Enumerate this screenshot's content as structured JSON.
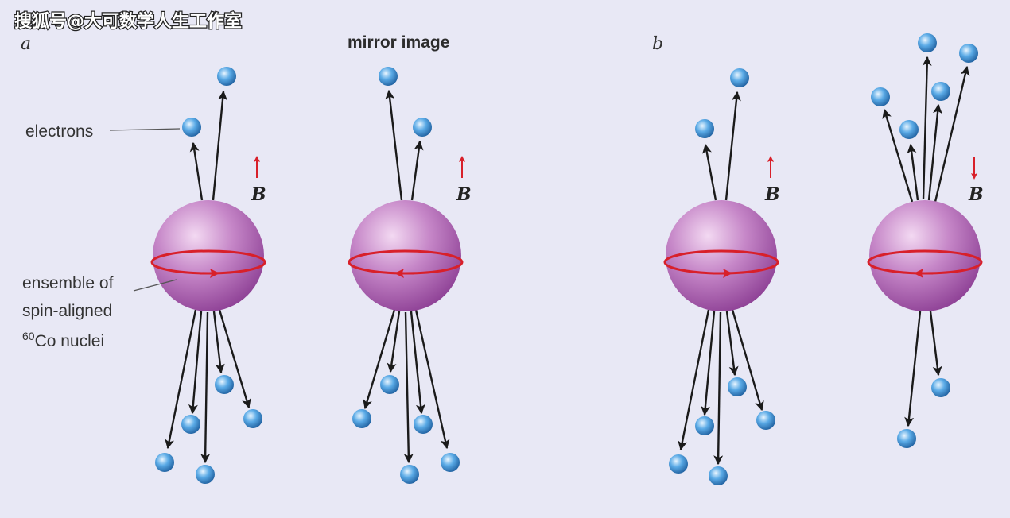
{
  "watermark": "搜狐号@大可数学人生工作室",
  "panel_a": "a",
  "panel_b": "b",
  "mirror_title": "mirror image",
  "labels": {
    "electrons": "electrons",
    "ensemble_line1": "ensemble of",
    "ensemble_line2": "spin-aligned",
    "ensemble_sup": "60",
    "ensemble_line3": "Co nuclei"
  },
  "field_label": "B",
  "colors": {
    "background": "#e8e8f5",
    "nucleus": "#b067b8",
    "electron": "#4a9ad8",
    "arrow": "#1a1a1a",
    "spin_ring": "#d8202a",
    "field_arrow": "#d8202a"
  },
  "nuclei": [
    {
      "id": "a-original",
      "spin": "right",
      "field": "up",
      "electrons_up": 2,
      "electrons_down": 5
    },
    {
      "id": "a-mirror",
      "spin": "left",
      "field": "up",
      "electrons_up": 2,
      "electrons_down": 5
    },
    {
      "id": "b-original",
      "spin": "right",
      "field": "up",
      "electrons_up": 2,
      "electrons_down": 5
    },
    {
      "id": "b-reversed",
      "spin": "left",
      "field": "down",
      "electrons_up": 5,
      "electrons_down": 2
    }
  ]
}
